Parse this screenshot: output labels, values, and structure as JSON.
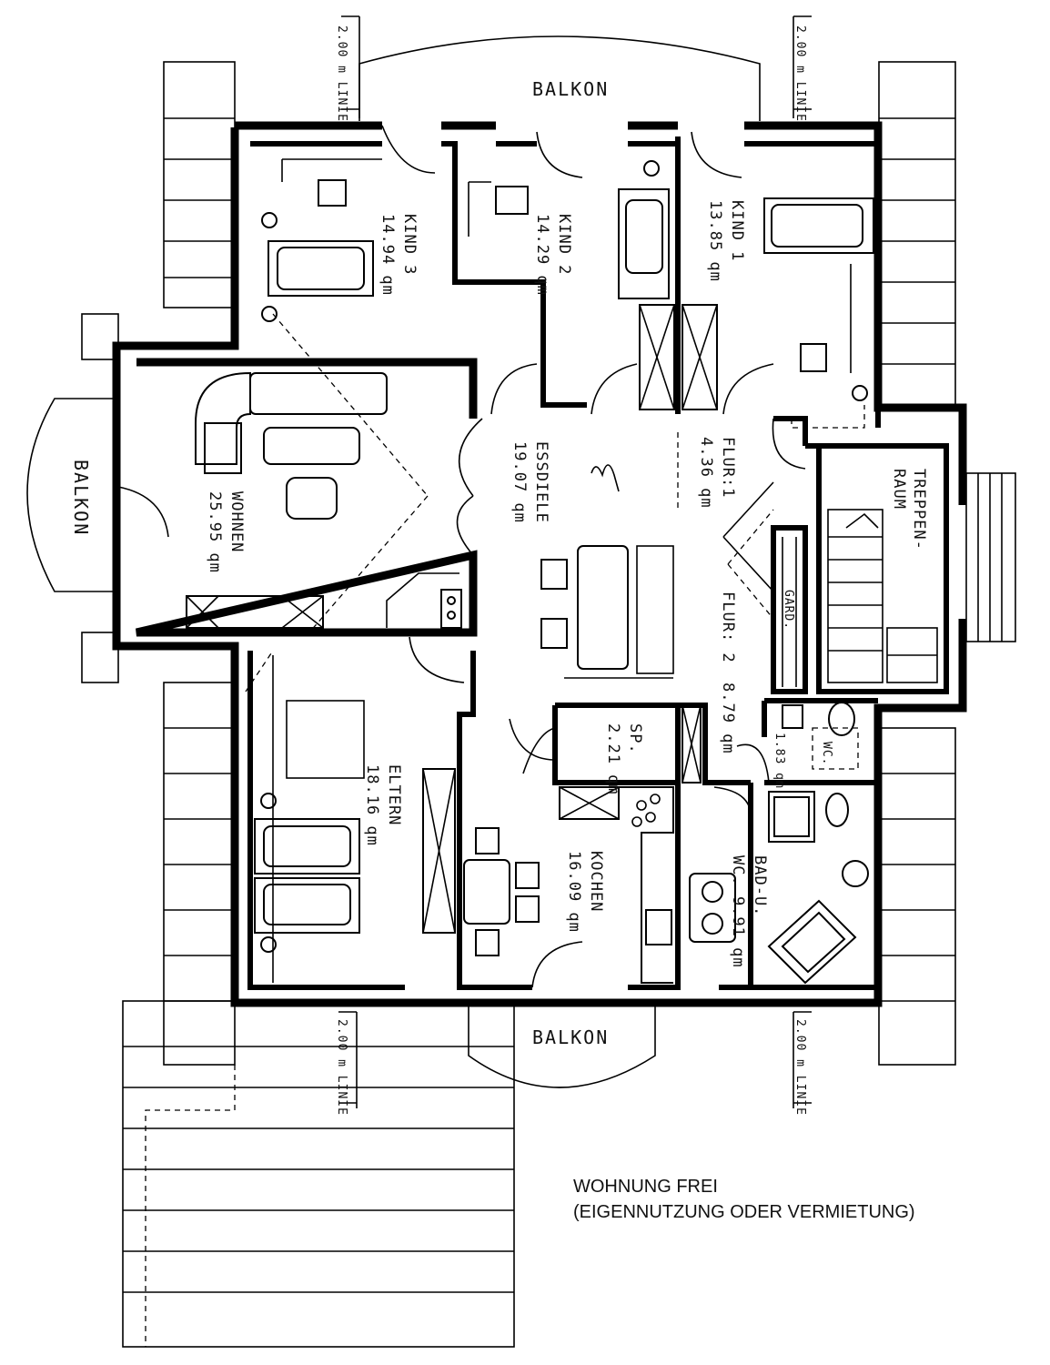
{
  "rooms": {
    "kind3": {
      "name": "KIND 3",
      "area": "14.94 qm"
    },
    "kind2": {
      "name": "KIND 2",
      "area": "14.29 qm"
    },
    "kind1": {
      "name": "KIND 1",
      "area": "13.85 qm"
    },
    "wohnen": {
      "name": "WOHNEN",
      "area": "25.95 qm"
    },
    "essdiele": {
      "name": "ESSDIELE",
      "area": "19.07 qm"
    },
    "flur1": {
      "name": "FLUR:1",
      "area": "4.36 qm"
    },
    "flur2": {
      "name": "FLUR: 2",
      "area": "8.79 qm"
    },
    "treppenraum": {
      "line1": "TREPPEN-",
      "line2": "RAUM"
    },
    "garderobe": {
      "name": "GARD."
    },
    "elternzimmer": {
      "name": "ELTERN",
      "area": "18.16 qm"
    },
    "speisekammer": {
      "name": "SP.",
      "area": "2.21 qm"
    },
    "kochen": {
      "name": "KOCHEN",
      "area": "16.09 qm"
    },
    "wc": {
      "name": "WC.",
      "area": "1.83 qm"
    },
    "bad": {
      "line1": "BAD-U.",
      "line2": "WC. 9.91 qm"
    }
  },
  "balconies": {
    "top": "BALKON",
    "left": "BALKON",
    "bottom": "BALKON"
  },
  "height_line_label": "2.00 m LINIE",
  "note": {
    "line1": "WOHNUNG FREI",
    "line2": "(EIGENNUTZUNG ODER VERMIETUNG)"
  }
}
